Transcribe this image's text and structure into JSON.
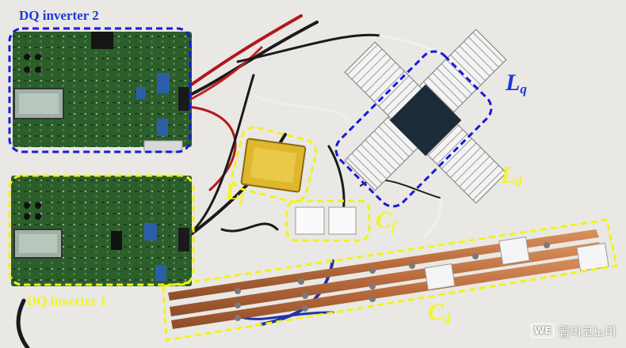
{
  "labels": {
    "inverter_top": "DQ inverter 2",
    "inverter_bottom": "DQ inverter 1",
    "lq_sym": "L",
    "lq_sub": "q",
    "ld_sym": "L",
    "ld_sub": "d",
    "lf_sym": "L",
    "lf_sub": "f",
    "cf_sym": "C",
    "cf_sub": "f",
    "cd_sym": "C",
    "cd_sub": "d"
  },
  "watermark": {
    "badge": "WE",
    "text": "웹이코노미"
  },
  "colors": {
    "blue_outline": "#1a1ad8",
    "yellow_outline": "#f2f21a",
    "blue_text": "#1e3ad6",
    "yellow_text": "#f5f51e",
    "board_green": "#2c5e2c",
    "copper": "#b86a3c"
  }
}
